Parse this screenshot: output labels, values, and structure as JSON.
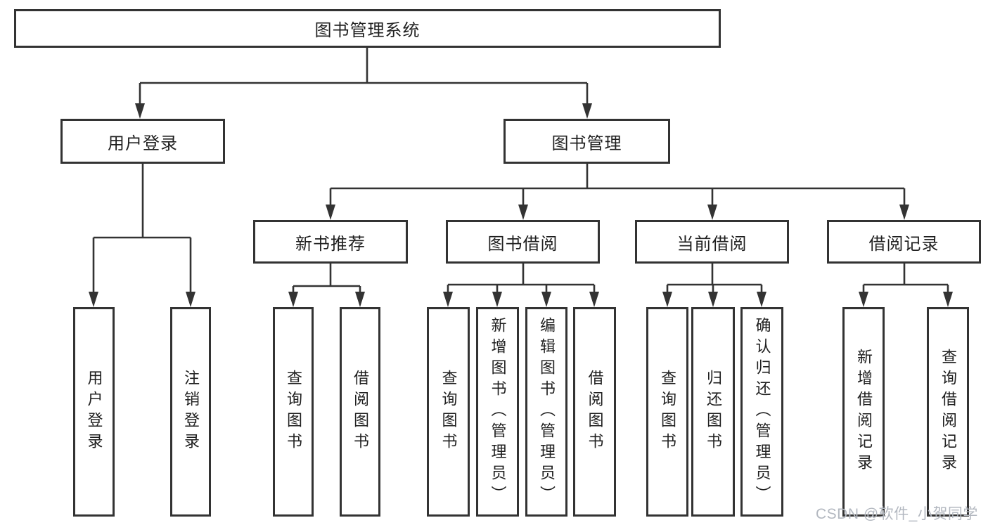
{
  "title": "图书管理系统",
  "tree": {
    "label": "图书管理系统",
    "children": [
      {
        "label": "用户登录",
        "children": [
          {
            "label": "用户登录"
          },
          {
            "label": "注销登录"
          }
        ]
      },
      {
        "label": "图书管理",
        "children": [
          {
            "label": "新书推荐",
            "children": [
              {
                "label": "查询图书"
              },
              {
                "label": "借阅图书"
              }
            ]
          },
          {
            "label": "图书借阅",
            "children": [
              {
                "label": "查询图书"
              },
              {
                "label": "新增图书（管理员）"
              },
              {
                "label": "编辑图书（管理员）"
              },
              {
                "label": "借阅图书"
              }
            ]
          },
          {
            "label": "当前借阅",
            "children": [
              {
                "label": "查询图书"
              },
              {
                "label": "归还图书"
              },
              {
                "label": "确认归还（管理员）"
              }
            ]
          },
          {
            "label": "借阅记录",
            "children": [
              {
                "label": "新增借阅记录"
              },
              {
                "label": "查询借阅记录"
              }
            ]
          }
        ]
      }
    ]
  },
  "watermark": {
    "text": "CSDN @软件_小贺同学"
  },
  "colors": {
    "line": "#333333",
    "text": "#1f1f1f",
    "background": "#ffffff",
    "watermark": "#b3b8c0"
  }
}
